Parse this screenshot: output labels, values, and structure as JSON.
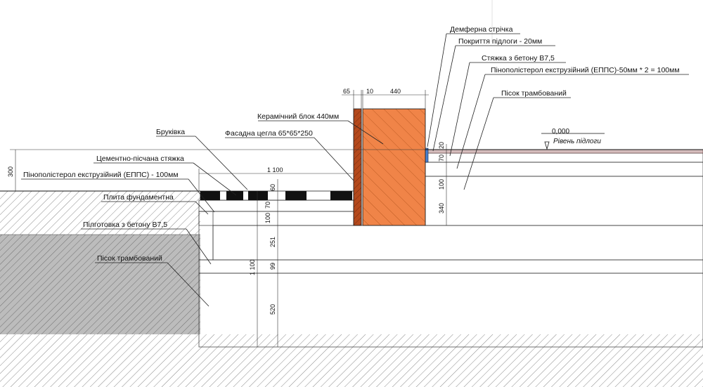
{
  "labels": {
    "damper_tape": "Демферна стрічка",
    "floor_cover": "Покриття підлоги - 20мм",
    "screed_b75": "Стяжка з бетону В7,5",
    "xps_interior": "Пінополістерол екструзійний (ЕППС)-50мм * 2 = 100мм",
    "sand_interior": "Пісок трамбований",
    "ceramic_block": "Керамічний блок 440мм",
    "paving": "Бруківка",
    "facade_brick": "Фасадна цегла 65*65*250",
    "cement_screed": "Цементно-пісчана стяжка",
    "xps_exterior": "Пінополістерол екструзійний (ЕППС) - 100мм",
    "slab": "Плита фундаментна",
    "prep_b75": "Пілготовка з бетону В7,5",
    "sand_exterior": "Пісок трамбований"
  },
  "level": {
    "value": "0,000",
    "caption": "Рівень підлоги"
  },
  "dims": {
    "d65": "65",
    "d10": "10",
    "d440": "440",
    "d20": "20",
    "d70_in": "70",
    "d100_in": "100",
    "d340": "340",
    "d300": "300",
    "d1100_h": "1 100",
    "d60": "60",
    "d70_out": "70",
    "d100_out": "100",
    "d251": "251",
    "d99": "99",
    "d1100_v": "1 100",
    "d520": "520"
  },
  "colors": {
    "sand": "#f6e534",
    "xps": "#e4b030",
    "concrete": "#9c9c9c",
    "slab": "#cfcfcf",
    "ceramic": "#f08448",
    "brick": "#b4491c",
    "soil_gray": "#bcbcbc"
  }
}
